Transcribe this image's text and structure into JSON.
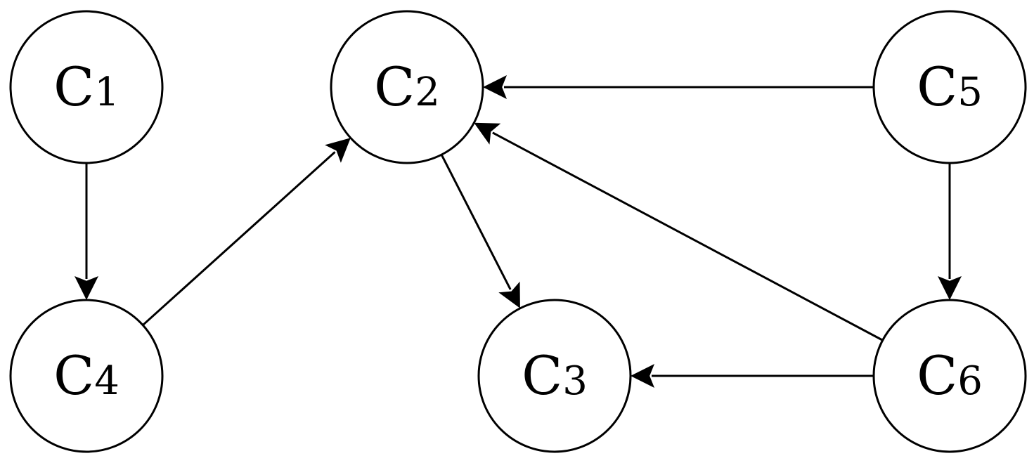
{
  "diagram": {
    "nodes": [
      {
        "id": "C1",
        "letter": "C",
        "sub": "1"
      },
      {
        "id": "C2",
        "letter": "C",
        "sub": "2"
      },
      {
        "id": "C3",
        "letter": "C",
        "sub": "3"
      },
      {
        "id": "C4",
        "letter": "C",
        "sub": "4"
      },
      {
        "id": "C5",
        "letter": "C",
        "sub": "5"
      },
      {
        "id": "C6",
        "letter": "C",
        "sub": "6"
      }
    ],
    "edges": [
      {
        "from": "C1",
        "to": "C4"
      },
      {
        "from": "C4",
        "to": "C2"
      },
      {
        "from": "C5",
        "to": "C2"
      },
      {
        "from": "C6",
        "to": "C2"
      },
      {
        "from": "C2",
        "to": "C3"
      },
      {
        "from": "C5",
        "to": "C6"
      },
      {
        "from": "C6",
        "to": "C3"
      }
    ]
  }
}
